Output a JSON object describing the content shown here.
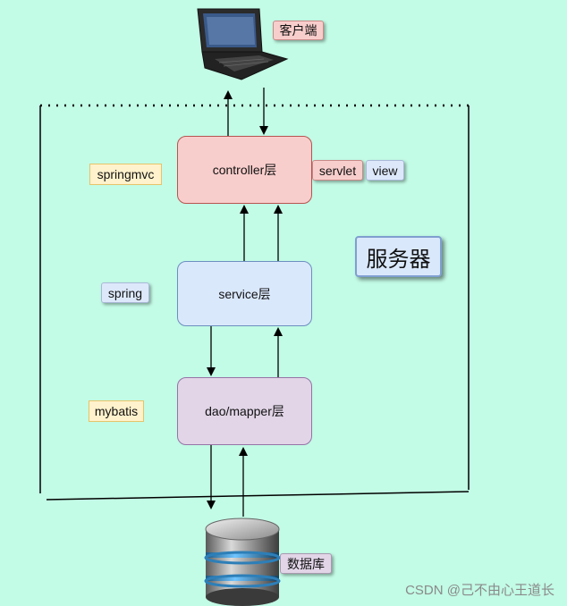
{
  "client": {
    "label": "客户端"
  },
  "server": {
    "label": "服务器"
  },
  "layers": {
    "controller": {
      "label": "controller层",
      "color": "#f8cecc",
      "border": "#b85450"
    },
    "service": {
      "label": "service层",
      "color": "#dae8fc",
      "border": "#6c8ebf"
    },
    "dao": {
      "label": "dao/mapper层",
      "color": "#e1d5e7",
      "border": "#9673a6"
    }
  },
  "frameworks": {
    "springmvc": "springmvc",
    "spring": "spring",
    "mybatis": "mybatis"
  },
  "controller_tags": {
    "servlet": "servlet",
    "view": "view"
  },
  "database": {
    "label": "数据库"
  },
  "watermark": "CSDN @己不由心王道长",
  "colors": {
    "background": "#c2fbe6",
    "arrow": "#000000"
  }
}
